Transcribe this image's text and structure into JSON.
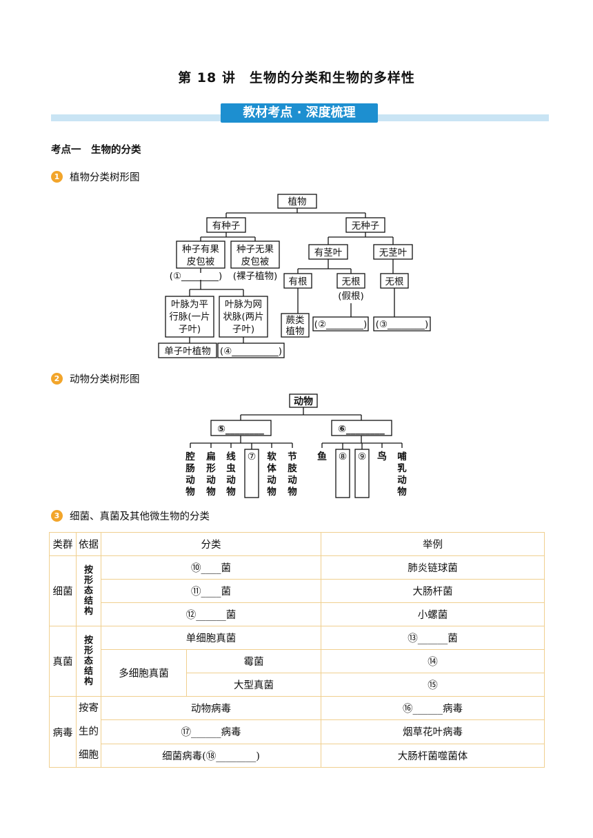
{
  "title": "第 18 讲　生物的分类和生物的多样性",
  "banner": "教材考点 · 深度梳理",
  "section": "考点一　生物的分类",
  "subs": [
    {
      "num": "1",
      "label": "植物分类树形图"
    },
    {
      "num": "2",
      "label": "动物分类树形图"
    },
    {
      "num": "3",
      "label": "细菌、真菌及其他微生物的分类"
    }
  ],
  "plant_tree": {
    "root": "植物",
    "seed": "有种子",
    "noseed": "无种子",
    "angio": [
      "种子有果",
      "皮包被"
    ],
    "gymno": [
      "种子无果",
      "皮包被"
    ],
    "blank1": "(①________)",
    "gymno_name": "(裸子植物)",
    "stemleaf": "有茎叶",
    "nostemleaf": "无茎叶",
    "hasroot": "有根",
    "noroot": "无根",
    "pseudoroot": "(假根)",
    "noroot2": "无根",
    "mono": [
      "叶脉为平",
      "行脉(一片",
      "子叶)"
    ],
    "dicot": [
      "叶脉为网",
      "状脉(两片",
      "子叶)"
    ],
    "fern": [
      "蕨类",
      "植物"
    ],
    "blank2": "(②________)",
    "blank3": "(③________)",
    "mono_name": "单子叶植物",
    "blank4": "(④__________)"
  },
  "animal_tree": {
    "root": "动物",
    "left": "⑤________",
    "right": "⑥________",
    "invert": [
      "腔肠动物",
      "扁形动物",
      "线虫动物",
      "⑦",
      "软体动物",
      "节肢动物"
    ],
    "vert": [
      "鱼",
      "⑧",
      "⑨",
      "鸟",
      "哺乳动物"
    ]
  },
  "table": {
    "headers": [
      "类群",
      "依据",
      "分类",
      "举例"
    ],
    "bacteria": {
      "group": "细菌",
      "basis": "按形态结构",
      "rows": [
        {
          "cls": "⑩____菌",
          "ex": "肺炎链球菌"
        },
        {
          "cls": "⑪____菌",
          "ex": "大肠杆菌"
        },
        {
          "cls": "⑫______菌",
          "ex": "小螺菌"
        }
      ]
    },
    "fungi": {
      "group": "真菌",
      "basis": "按形态结构",
      "single": "单细胞真菌",
      "single_ex": "⑬______菌",
      "multi": "多细胞真菌",
      "mold": "霉菌",
      "mold_ex": "⑭",
      "large": "大型真菌",
      "large_ex": "⑮"
    },
    "virus": {
      "group": "病毒",
      "basis": [
        "按寄",
        "生的",
        "细胞"
      ],
      "rows": [
        {
          "cls": "动物病毒",
          "ex": "⑯______病毒"
        },
        {
          "cls": "⑰______病毒",
          "ex": "烟草花叶病毒"
        },
        {
          "cls": "细菌病毒(⑱________)",
          "ex": "大肠杆菌噬菌体"
        }
      ]
    }
  }
}
